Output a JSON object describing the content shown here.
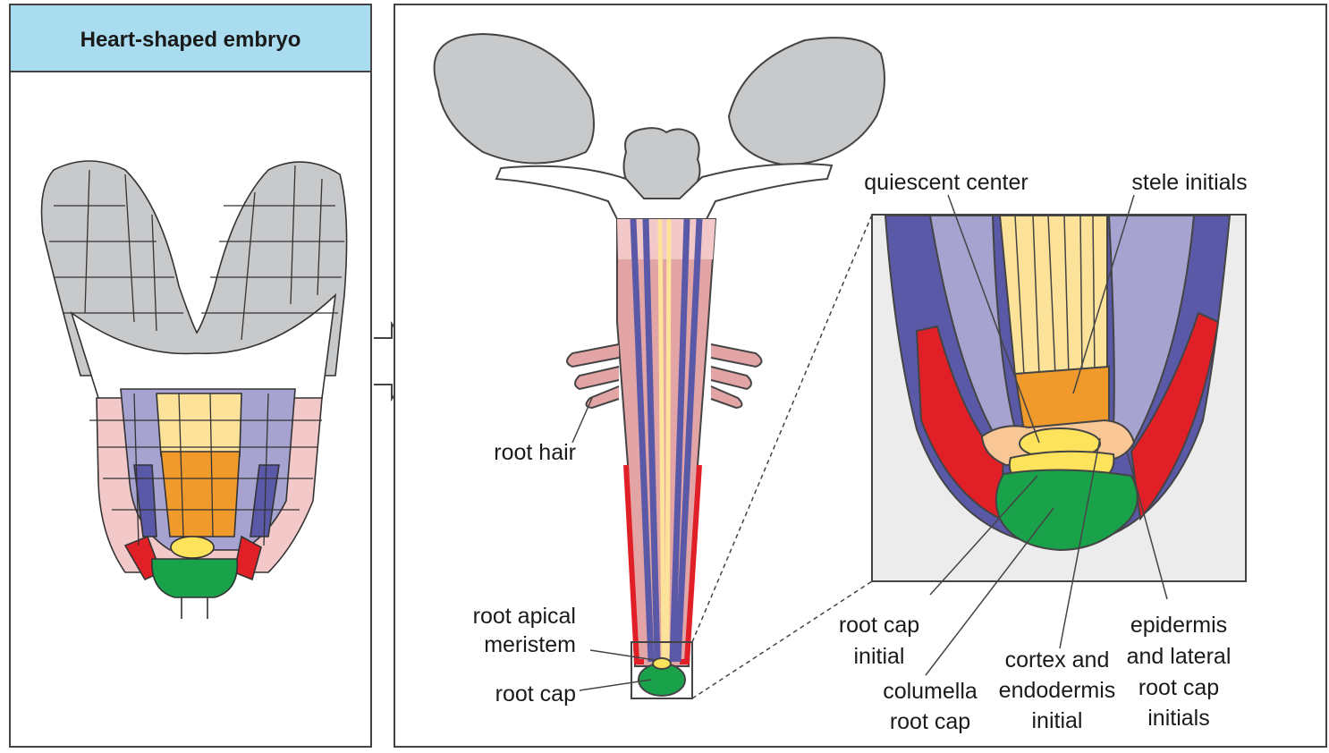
{
  "left_panel": {
    "title": "Heart-shaped embryo"
  },
  "labels": {
    "root_hair": "root hair",
    "root_apical_meristem_1": "root apical",
    "root_apical_meristem_2": "meristem",
    "root_cap": "root cap",
    "quiescent_center": "quiescent center",
    "stele_initials": "stele initials",
    "root_cap_initial_1": "root cap",
    "root_cap_initial_2": "initial",
    "columella_1": "columella",
    "columella_2": "root cap",
    "cortex_1": "cortex and",
    "cortex_2": "endodermis",
    "cortex_3": "initial",
    "epidermis_1": "epidermis",
    "epidermis_2": "and lateral",
    "epidermis_3": "root cap",
    "epidermis_4": "initials"
  },
  "colors": {
    "cotyledon_gray": "#c8c9cb",
    "panel_header": "#a9dcef",
    "epidermis_pink": "#e3a4a6",
    "light_pink": "#f3c8c9",
    "lateral_red": "#e11f26",
    "cortex_purple": "#5a59a8",
    "endodermis_lavender": "#a7a3d1",
    "stele_yellow": "#fde39a",
    "stele_orange": "#f09a2c",
    "quiescent_yellow": "#fde25b",
    "columella_green": "#1aa24a",
    "initials_peach": "#f8c795",
    "inset_bg": "#ececec"
  }
}
